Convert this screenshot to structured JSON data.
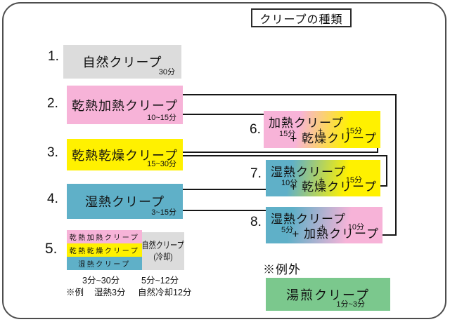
{
  "title": "クリープの種類",
  "items": [
    {
      "num": "1.",
      "label": "自然クリープ",
      "time": "30分"
    },
    {
      "num": "2.",
      "label": "乾熱加熱クリープ",
      "time": "10~15分"
    },
    {
      "num": "3.",
      "label": "乾熱乾燥クリープ",
      "time": "15~30分"
    },
    {
      "num": "4.",
      "label": "湿熱クリープ",
      "time": "3~15分"
    }
  ],
  "combo_item": {
    "num": "5.",
    "stack": [
      {
        "label": "乾熱加熱クリープ"
      },
      {
        "label": "乾熱乾燥クリープ"
      },
      {
        "label": "湿熱クリープ"
      }
    ],
    "cooling_label": "自然クリープ",
    "cooling_sub": "(冷却)",
    "stack_time": "3分~30分",
    "cooling_time": "5分~12分",
    "example_prefix": "※例",
    "example_moist": "湿熱3分",
    "example_cool": "自然冷却12分"
  },
  "sequences": [
    {
      "num": "6.",
      "first": "加熱クリープ",
      "first_time": "15分",
      "plus": "+",
      "second_time": "15分",
      "second": "+ 乾燥クリープ"
    },
    {
      "num": "7.",
      "first": "湿熱クリープ",
      "first_time": "10分",
      "plus": "+",
      "second_time": "15分",
      "second": "+ 乾燥クリープ"
    },
    {
      "num": "8.",
      "first": "湿熱クリープ",
      "first_time": "5分",
      "plus": "+",
      "second_time": "10分",
      "second": "+ 加熱クリープ"
    }
  ],
  "exception": {
    "label": "※例外",
    "box_label": "湯煎クリープ",
    "time": "1分~3分"
  },
  "colors": {
    "pink": "#f7b3d8",
    "yellow": "#fff100",
    "teal": "#5fb0c8",
    "gray": "#dcdcdc",
    "green": "#7bc88d",
    "line": "#161616"
  }
}
